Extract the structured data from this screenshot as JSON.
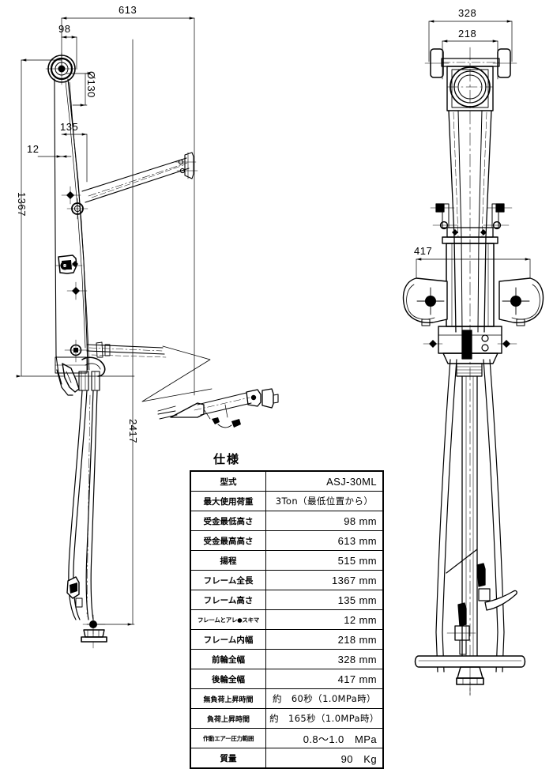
{
  "drawing": {
    "title": "ASJ-30ML air service jack outline drawing",
    "views": [
      {
        "name": "side-view",
        "label": ""
      },
      {
        "name": "front-view",
        "label": ""
      }
    ],
    "dimensions": {
      "side": [
        {
          "name": "overall-reach-613",
          "value": "613",
          "orientation": "horizontal"
        },
        {
          "name": "saddle-min-98",
          "value": "98",
          "orientation": "horizontal"
        },
        {
          "name": "wheel-diameter-130",
          "value": "Ø130",
          "orientation": "vertical"
        },
        {
          "name": "frame-height-135",
          "value": "135",
          "orientation": "horizontal"
        },
        {
          "name": "clearance-12",
          "value": "12",
          "orientation": "horizontal"
        },
        {
          "name": "frame-length-1367",
          "value": "1367",
          "orientation": "vertical"
        },
        {
          "name": "overall-length-2417",
          "value": "2417",
          "orientation": "vertical"
        }
      ],
      "front": [
        {
          "name": "front-track-328",
          "value": "328",
          "orientation": "horizontal"
        },
        {
          "name": "frame-inner-width-218",
          "value": "218",
          "orientation": "horizontal"
        },
        {
          "name": "rear-track-417",
          "value": "417",
          "orientation": "horizontal"
        }
      ]
    }
  },
  "spec": {
    "title": "仕様",
    "rows": [
      {
        "label": "型式",
        "value": "ASJ-30ML",
        "align": "right"
      },
      {
        "label": "最大使用荷重",
        "value": "3Ton（最低位置から）",
        "align": "center"
      },
      {
        "label": "受金最低高さ",
        "value": "98 mm",
        "align": "right"
      },
      {
        "label": "受金最高高さ",
        "value": "613 mm",
        "align": "right"
      },
      {
        "label": "揚程",
        "value": "515 mm",
        "align": "right"
      },
      {
        "label": "フレーム全長",
        "value": "1367 mm",
        "align": "right"
      },
      {
        "label": "フレーム高さ",
        "value": "135 mm",
        "align": "right"
      },
      {
        "label": "フレームとアレ●スキマ",
        "value": "12 mm",
        "align": "right"
      },
      {
        "label": "フレーム内幅",
        "value": "218 mm",
        "align": "right"
      },
      {
        "label": "前輪全幅",
        "value": "328 mm",
        "align": "right"
      },
      {
        "label": "後輪全幅",
        "value": "417 mm",
        "align": "right"
      },
      {
        "label": "無負荷上昇時間",
        "value": "約　60秒（1.0MPa時）",
        "align": "center"
      },
      {
        "label": "負荷上昇時間",
        "value": "約　165秒（1.0MPa時）",
        "align": "center"
      },
      {
        "label": "作動エアー圧力範囲",
        "value": "0.8～1.0　MPa",
        "align": "right"
      },
      {
        "label": "質量",
        "value": "90　Kg",
        "align": "right"
      }
    ]
  },
  "colors": {
    "line": "#000000",
    "background": "#ffffff"
  }
}
